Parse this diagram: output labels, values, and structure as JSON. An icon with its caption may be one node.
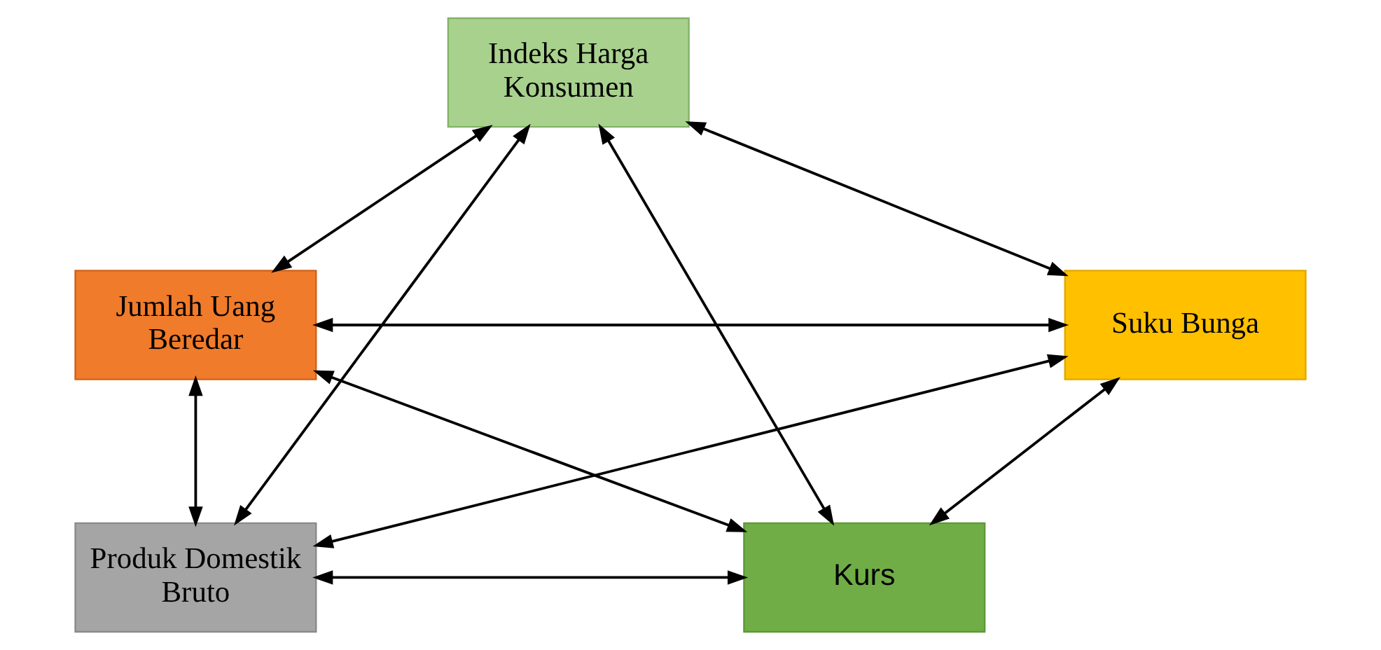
{
  "diagram": {
    "nodes": [
      {
        "text": [
          "Indeks Harga Konsumen"
        ]
      },
      {
        "text": [
          "Jumlah Uang Beredar"
        ]
      },
      {
        "text": [
          "Suku Bunga"
        ]
      },
      {
        "text": [
          "Produk Domestik Bruto"
        ]
      },
      {
        "text": [
          "Kurs"
        ]
      }
    ],
    "edges": [
      {
        "from": 0,
        "to": 1,
        "arrow": "both"
      },
      {
        "from": 0,
        "to": 2,
        "arrow": "both"
      },
      {
        "from": 1,
        "to": 2,
        "arrow": "both"
      },
      {
        "from": 1,
        "to": 4,
        "arrow": "both"
      },
      {
        "from": 0,
        "to": 3,
        "arrow": "both"
      },
      {
        "from": 0,
        "to": 4,
        "arrow": "both"
      },
      {
        "from": 2,
        "to": 3,
        "arrow": "both"
      },
      {
        "from": 1,
        "to": 3,
        "arrow": "both"
      },
      {
        "from": 2,
        "to": 4,
        "arrow": "both"
      },
      {
        "from": 3,
        "to": 4,
        "arrow": "both"
      }
    ]
  }
}
